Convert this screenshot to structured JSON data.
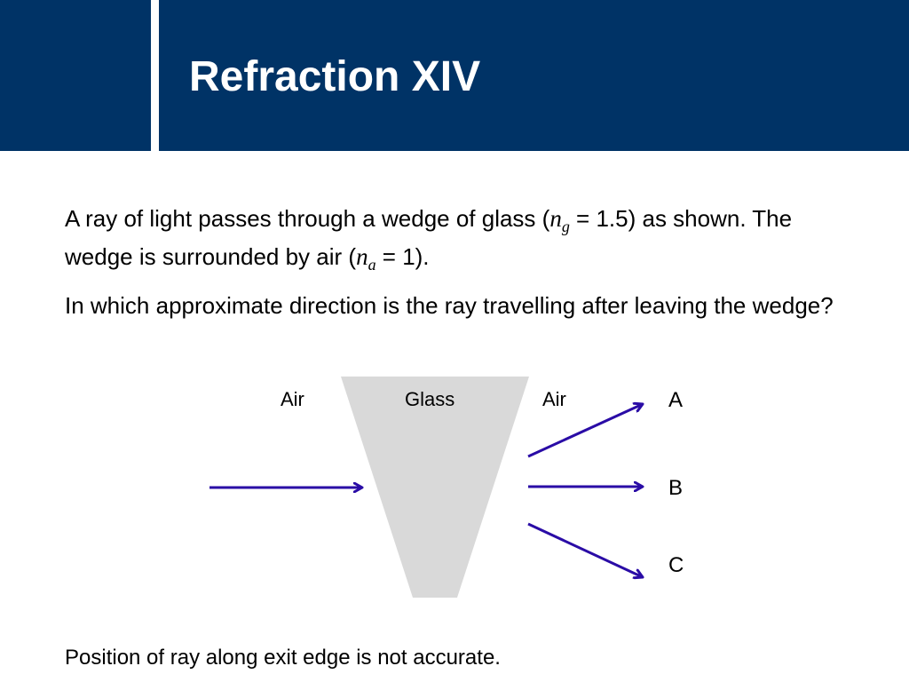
{
  "slide": {
    "title": "Refraction XIV",
    "header_color": "#003366"
  },
  "question": {
    "line1_before": "A ray of light passes through a wedge of glass (",
    "n_symbol": "n",
    "glass_sub": "g",
    "line1_after": " = 1.5) as shown. The wedge is surrounded by air (",
    "air_sub": "a",
    "line2_after": " = 1).",
    "prompt": "In which approximate direction is the ray travelling after leaving the wedge?"
  },
  "diagram": {
    "region_labels": {
      "left": "Air",
      "middle": "Glass",
      "right": "Air"
    },
    "options": [
      "A",
      "B",
      "C"
    ],
    "ray_color": "#2a0ca6",
    "glass_color": "#d9d9d9"
  },
  "note": "Position of ray along exit edge is not accurate."
}
